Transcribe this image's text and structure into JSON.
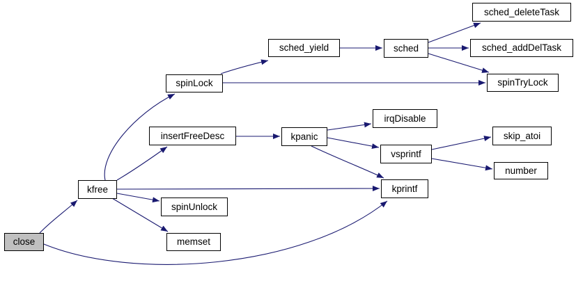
{
  "diagram": {
    "type": "call-graph",
    "root": "close",
    "colors": {
      "edge": "#191970",
      "node_border": "#000000",
      "node_fill": "#ffffff",
      "highlight_fill": "#c0c0c0",
      "text": "#000000",
      "background": "#ffffff"
    },
    "nodes": [
      {
        "id": "close",
        "label": "close",
        "highlighted": true
      },
      {
        "id": "kfree",
        "label": "kfree",
        "highlighted": false
      },
      {
        "id": "spinLock",
        "label": "spinLock",
        "highlighted": false
      },
      {
        "id": "insertFreeDesc",
        "label": "insertFreeDesc",
        "highlighted": false
      },
      {
        "id": "spinUnlock",
        "label": "spinUnlock",
        "highlighted": false
      },
      {
        "id": "memset",
        "label": "memset",
        "highlighted": false
      },
      {
        "id": "sched_yield",
        "label": "sched_yield",
        "highlighted": false
      },
      {
        "id": "sched",
        "label": "sched",
        "highlighted": false
      },
      {
        "id": "sched_deleteTask",
        "label": "sched_deleteTask",
        "highlighted": false
      },
      {
        "id": "sched_addDelTask",
        "label": "sched_addDelTask",
        "highlighted": false
      },
      {
        "id": "spinTryLock",
        "label": "spinTryLock",
        "highlighted": false
      },
      {
        "id": "kpanic",
        "label": "kpanic",
        "highlighted": false
      },
      {
        "id": "irqDisable",
        "label": "irqDisable",
        "highlighted": false
      },
      {
        "id": "vsprintf",
        "label": "vsprintf",
        "highlighted": false
      },
      {
        "id": "skip_atoi",
        "label": "skip_atoi",
        "highlighted": false
      },
      {
        "id": "number",
        "label": "number",
        "highlighted": false
      },
      {
        "id": "kprintf",
        "label": "kprintf",
        "highlighted": false
      }
    ],
    "edges": [
      {
        "from": "close",
        "to": "kfree"
      },
      {
        "from": "close",
        "to": "kprintf"
      },
      {
        "from": "kfree",
        "to": "spinLock"
      },
      {
        "from": "kfree",
        "to": "insertFreeDesc"
      },
      {
        "from": "kfree",
        "to": "kprintf"
      },
      {
        "from": "kfree",
        "to": "spinUnlock"
      },
      {
        "from": "kfree",
        "to": "memset"
      },
      {
        "from": "spinLock",
        "to": "sched_yield"
      },
      {
        "from": "spinLock",
        "to": "spinTryLock"
      },
      {
        "from": "sched_yield",
        "to": "sched"
      },
      {
        "from": "sched",
        "to": "sched_deleteTask"
      },
      {
        "from": "sched",
        "to": "sched_addDelTask"
      },
      {
        "from": "sched",
        "to": "spinTryLock"
      },
      {
        "from": "insertFreeDesc",
        "to": "kpanic"
      },
      {
        "from": "kpanic",
        "to": "irqDisable"
      },
      {
        "from": "kpanic",
        "to": "vsprintf"
      },
      {
        "from": "kpanic",
        "to": "kprintf"
      },
      {
        "from": "vsprintf",
        "to": "skip_atoi"
      },
      {
        "from": "vsprintf",
        "to": "number"
      }
    ]
  }
}
